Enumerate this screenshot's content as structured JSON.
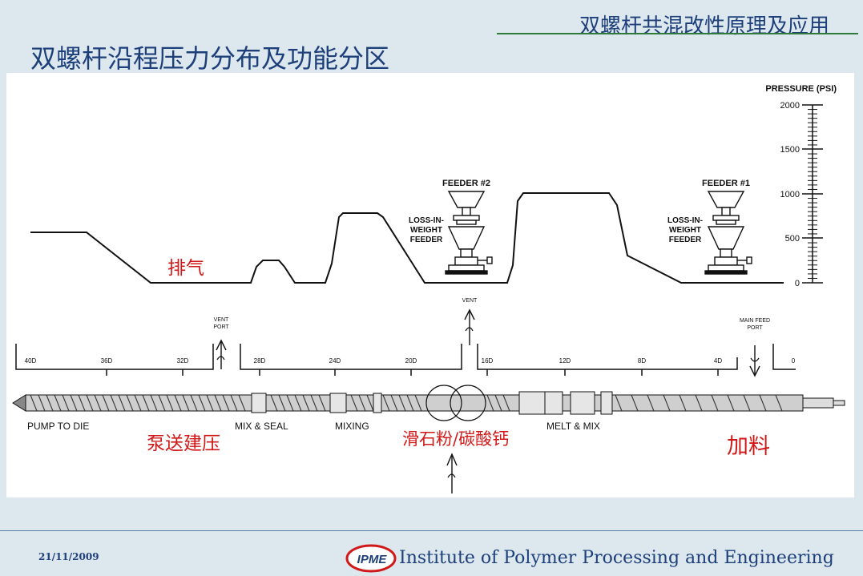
{
  "header": {
    "subtitle": "双螺杆共混改性原理及应用",
    "title": "双螺杆沿程压力分布及功能分区"
  },
  "diagram": {
    "pressure_axis": {
      "label": "PRESSURE (PSI)",
      "ticks": [
        "2000",
        "1500",
        "1000",
        "500",
        "0"
      ]
    },
    "feeder2": {
      "title": "FEEDER #2",
      "line1": "LOSS-IN-",
      "line2": "WEIGHT",
      "line3": "FEEDER"
    },
    "feeder1": {
      "title": "FEEDER #1",
      "line1": "LOSS-IN-",
      "line2": "WEIGHT",
      "line3": "FEEDER"
    },
    "ports": {
      "vent1_a": "VENT",
      "vent1_b": "PORT",
      "vent2": "VENT",
      "main_a": "MAIN  FEED",
      "main_b": "PORT"
    },
    "scale": [
      "40D",
      "36D",
      "32D",
      "28D",
      "24D",
      "20D",
      "16D",
      "12D",
      "8D",
      "4D",
      "0"
    ],
    "zones": {
      "pump": "PUMP TO DIE",
      "mix_seal": "MIX & SEAL",
      "mixing": "MIXING",
      "melt_mix": "MELT & MIX"
    },
    "annotations": {
      "vent": "排气",
      "pump": "泵送建压",
      "filler": "滑石粉/碳酸钙",
      "feed": "加料"
    }
  },
  "footer": {
    "date": "21/11/2009",
    "logo_text": "IPME",
    "institute": "Institute of Polymer Processing and Engineering"
  },
  "colors": {
    "text_blue": "#1d3f7a",
    "annotation_red": "#d11818",
    "background": "#dde7ee"
  }
}
